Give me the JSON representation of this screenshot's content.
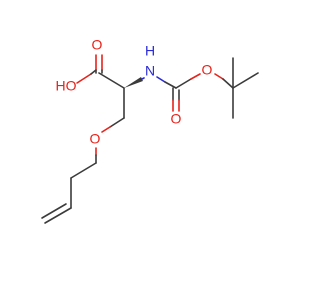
{
  "molecule": {
    "atoms": {
      "ho": {
        "label": "HO",
        "color": "#e8231b"
      },
      "o_acid": {
        "label": "O",
        "color": "#e8231b"
      },
      "nh": {
        "label": "H",
        "color": "#2a2ad8"
      },
      "n": {
        "label": "N",
        "color": "#2a2ad8"
      },
      "o_carbonyl": {
        "label": "O",
        "color": "#e8231b"
      },
      "o_ester": {
        "label": "O",
        "color": "#e8231b"
      },
      "o_ether": {
        "label": "O",
        "color": "#e8231b"
      }
    },
    "bond_color": "#3b3b3b"
  }
}
